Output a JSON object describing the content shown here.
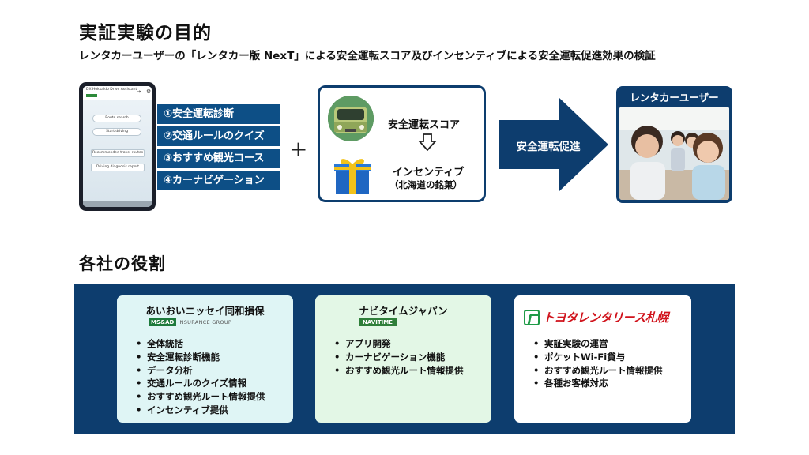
{
  "title": "実証実験の目的",
  "subtitle": "レンタカーユーザーの「レンタカー版 NexT」による安全運転スコア及びインセンティブによる安全運転促進効果の検証",
  "phone": {
    "app_name": "DX Hokkaido Drive Assistant",
    "buttons": [
      "Route search",
      "Start driving",
      "Recommended travel routes",
      "Driving diagnosis report"
    ]
  },
  "features": [
    "①安全運転診断",
    "②交通ルールのクイズ",
    "③おすすめ観光コース",
    "④カーナビゲーション"
  ],
  "plus": "+",
  "score_box": {
    "score": "安全運転スコア",
    "arrow": "⇩",
    "incentive": "インセンティブ",
    "incentive_detail": "（北海道の銘菓）"
  },
  "promote": "安全運転促進",
  "user_box": {
    "title": "レンタカーユーザー"
  },
  "roles_title": "各社の役割",
  "companies": [
    {
      "name": "あいおいニッセイ同和損保",
      "logo_box": "MS&AD",
      "logo_text": "INSURANCE GROUP",
      "roles": [
        "全体統括",
        "安全運転診断機能",
        "データ分析",
        "交通ルールのクイズ情報",
        "おすすめ観光ルート情報提供",
        "インセンティブ提供"
      ]
    },
    {
      "name": "ナビタイムジャパン",
      "logo_text": "NAVITIME",
      "roles": [
        "アプリ開発",
        "カーナビゲーション機能",
        "おすすめ観光ルート情報提供"
      ]
    },
    {
      "name": "トヨタレンタリース札幌",
      "roles": [
        "実証実験の運営",
        "ポケットWi-Fi貸与",
        "おすすめ観光ルート情報提供",
        "各種お客様対応"
      ]
    }
  ],
  "colors": {
    "navy": "#0d3d6e",
    "feature_blue": "#0d4f86",
    "toyota_red": "#d0121b",
    "toyota_green": "#1e9a46"
  }
}
